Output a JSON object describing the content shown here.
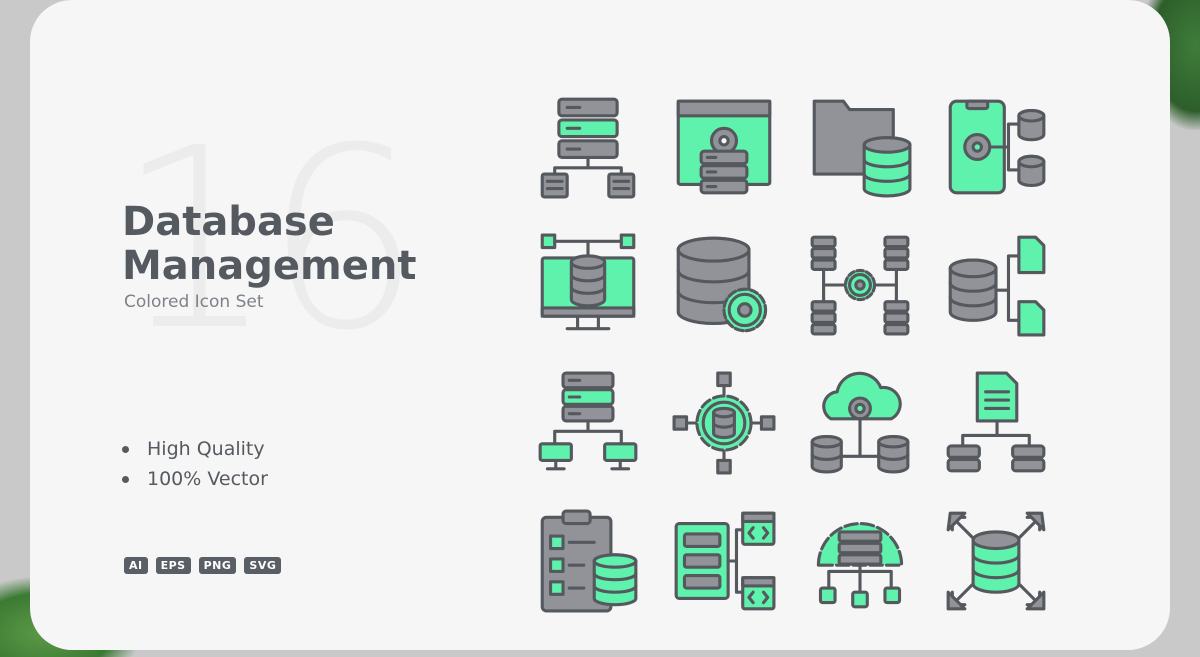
{
  "hero": {
    "number": "16",
    "title_line1": "Database",
    "title_line2": "Management",
    "subtitle": "Colored Icon Set"
  },
  "features": [
    "High Quality",
    "100% Vector"
  ],
  "formats": [
    "AI",
    "EPS",
    "PNG",
    "SVG"
  ],
  "palette": {
    "accent": "#5ef2ad",
    "gray": "#919399",
    "outline": "#55595e",
    "card": "#f6f6f6"
  },
  "icons": [
    "server-network-icon",
    "web-database-settings-icon",
    "folder-database-icon",
    "mobile-database-icon",
    "monitor-database-icon",
    "database-settings-icon",
    "server-gear-network-icon",
    "database-files-icon",
    "server-hierarchy-icon",
    "gear-database-network-icon",
    "cloud-database-icon",
    "document-database-icon",
    "checklist-database-icon",
    "server-code-icon",
    "gear-server-network-icon",
    "database-expand-icon"
  ]
}
